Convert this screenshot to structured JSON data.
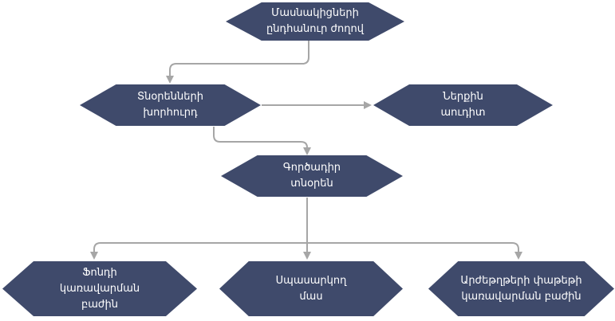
{
  "diagram": {
    "kind": "flowchart-org-chart",
    "language": "Armenian",
    "colors": {
      "node_fill": "#3F4A6B",
      "node_text": "#FFFFFF",
      "connector": "#A6A6A6",
      "background": "#FFFFFF"
    },
    "nodes": [
      {
        "id": "general-meeting",
        "text": "Մասնակիցների ընդհանուր ժողով",
        "lines": [
          "Մասնակիցների",
          "ընդհանուր ժողով"
        ]
      },
      {
        "id": "board",
        "text": "Տնօրենների խորհուրդ",
        "lines": [
          "Տնօրենների",
          "խորհուրդ"
        ]
      },
      {
        "id": "internal-audit",
        "text": "Ներքին աուդիտ",
        "lines": [
          "Ներքին",
          "աուդիտ"
        ]
      },
      {
        "id": "executive-director",
        "text": "Գործադիր տնօրեն",
        "lines": [
          "Գործադիր",
          "տնօրեն"
        ]
      },
      {
        "id": "fund-management",
        "text": "Ֆոնդի կառավարման բաժին",
        "lines": [
          "Ֆոնդի",
          "կառավարման",
          "բաժին"
        ]
      },
      {
        "id": "service-unit",
        "text": "Սպասարկող մաս",
        "lines": [
          "Սպասարկող",
          "մաս"
        ]
      },
      {
        "id": "portfolio-management",
        "text": "Արժեթղթերի փաթեթի կառավարման բաժին",
        "lines": [
          "Արժեթղթերի փաթեթի",
          "կառավարման բաժին"
        ]
      }
    ],
    "edges": [
      {
        "from": "general-meeting",
        "to": "board"
      },
      {
        "from": "board",
        "to": "internal-audit"
      },
      {
        "from": "board",
        "to": "executive-director"
      },
      {
        "from": "executive-director",
        "to": "fund-management"
      },
      {
        "from": "executive-director",
        "to": "service-unit"
      },
      {
        "from": "executive-director",
        "to": "portfolio-management"
      }
    ]
  }
}
